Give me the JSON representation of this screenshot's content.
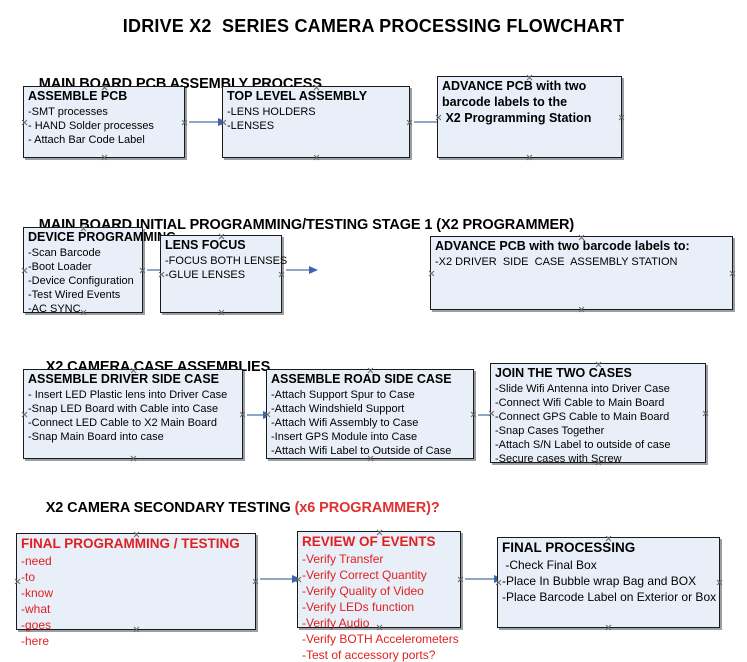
{
  "title": "IDRIVE X2  SERIES CAMERA PROCESSING FLOWCHART",
  "accent_color": "#e02020",
  "box_fill_color": "#e9eff8",
  "arrow_color": "#8fa6c4",
  "sections": [
    {
      "heading": "MAIN BOARD PCB ASSEMBLY PROCESS",
      "heading_accent": "",
      "boxes": [
        {
          "title": "ASSEMBLE PCB",
          "lines": [
            "-SMT processes",
            "- HAND Solder processes",
            "- Attach Bar Code Label"
          ]
        },
        {
          "title": "TOP LEVEL ASSEMBLY",
          "lines": [
            "-LENS HOLDERS",
            "-LENSES"
          ]
        },
        {
          "title": "ADVANCE PCB with two",
          "lines": [
            "barcode labels to the",
            " X2 Programming Station"
          ]
        }
      ]
    },
    {
      "heading": "MAIN BOARD INITIAL PROGRAMMING/TESTING STAGE 1 (X2 PROGRAMMER)",
      "heading_accent": "",
      "boxes": [
        {
          "title": "DEVICE PROGRAMMING",
          "lines": [
            "-Scan Barcode",
            "-Boot Loader",
            "-Device Configuration",
            "-Test Wired Events",
            "-AC SYNC"
          ]
        },
        {
          "title": "LENS FOCUS",
          "lines": [
            "-FOCUS BOTH LENSES",
            "-GLUE LENSES"
          ]
        },
        {
          "title": "ADVANCE PCB with two barcode labels to:",
          "lines": [
            "-X2 DRIVER  SIDE  CASE  ASSEMBLY STATION"
          ]
        }
      ]
    },
    {
      "heading": "X2 CAMERA CASE ASSEMBLIES",
      "heading_accent": "",
      "boxes": [
        {
          "title": "ASSEMBLE DRIVER SIDE CASE",
          "lines": [
            "- Insert LED Plastic lens into Driver Case",
            "-Snap LED Board with Cable into Case",
            "-Connect LED Cable to X2 Main Board",
            "-Snap Main Board into case"
          ]
        },
        {
          "title": "ASSEMBLE ROAD SIDE CASE",
          "lines": [
            "-Attach Support Spur to Case",
            "-Attach Windshield Support",
            "-Attach Wifi Assembly to Case",
            "-Insert GPS Module into Case",
            "-Attach Wifi Label to Outside of Case"
          ]
        },
        {
          "title": "JOIN THE TWO CASES",
          "lines": [
            "-Slide Wifi Antenna into Driver Case",
            "-Connect Wifi Cable to Main Board",
            "-Connect GPS Cable to Main Board",
            "-Snap Cases Together",
            "-Attach S/N Label to outside of case",
            "-Secure cases with Screw"
          ]
        }
      ]
    },
    {
      "heading": "X2 CAMERA SECONDARY TESTING ",
      "heading_accent": "(x6 PROGRAMMER)?",
      "boxes": [
        {
          "title": "FINAL PROGRAMMING / TESTING",
          "lines": [
            "-need",
            "-to",
            "-know",
            "-what",
            "-goes",
            "-here"
          ]
        },
        {
          "title": "REVIEW OF EVENTS",
          "lines": [
            "-Verify Transfer",
            "-Verify Correct Quantity",
            "-Verify Quality of Video",
            "-Verify LEDs function",
            "-Verify Audio",
            "-Verify BOTH Accelerometers",
            "-Test of accessory ports?"
          ]
        },
        {
          "title": "FINAL PROCESSING",
          "lines": [
            " -Check Final Box",
            "-Place In Bubble wrap Bag and BOX",
            "-Place Barcode Label on Exterior or Box"
          ]
        }
      ]
    }
  ]
}
